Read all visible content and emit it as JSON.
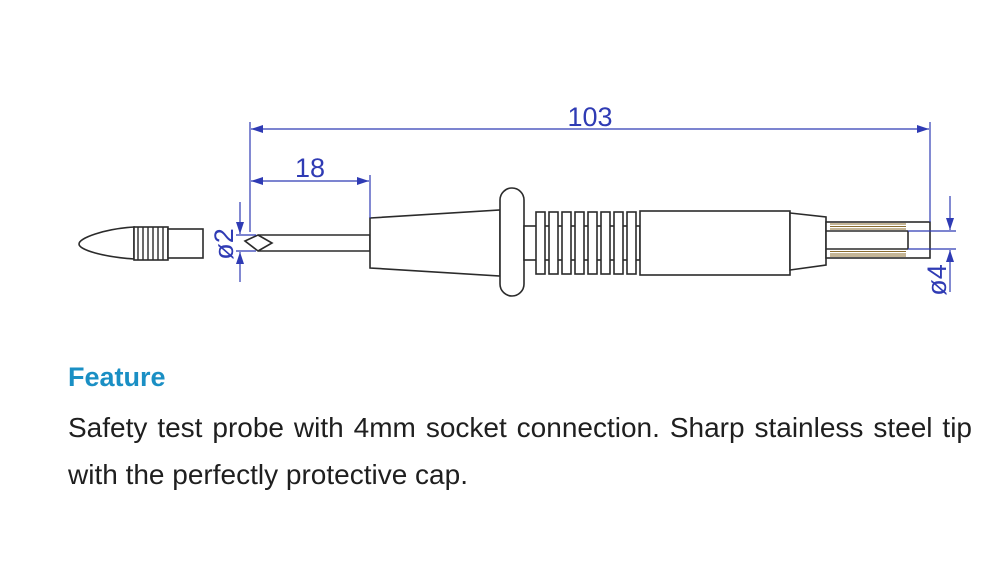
{
  "drawing": {
    "dimensions": {
      "overall_length": "103",
      "tip_length": "18",
      "tip_diameter": "ø2",
      "socket_diameter": "ø4"
    },
    "colors": {
      "outline": "#2b2b2b",
      "dimension": "#2f3bb4",
      "hatch": "#8b6d2e"
    }
  },
  "feature": {
    "heading": "Feature",
    "body": "Safety test probe with 4mm socket connection. Sharp stainless steel tip with the perfectly protective cap.",
    "heading_color": "#1a8fc4"
  }
}
